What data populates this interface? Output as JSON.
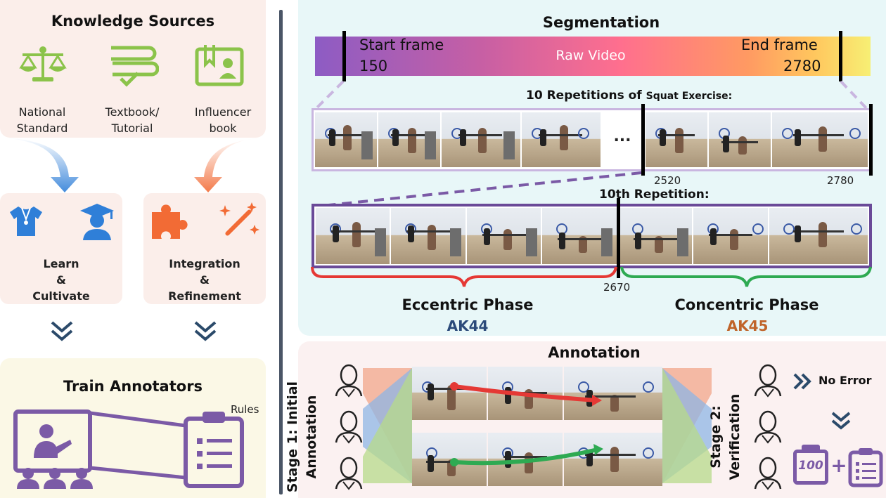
{
  "knowledge": {
    "title": "Knowledge Sources",
    "sources": [
      {
        "icon": "scales-icon",
        "label_1": "National",
        "label_2": "Standard"
      },
      {
        "icon": "textbook-icon",
        "label_1": "Textbook/",
        "label_2": "Tutorial"
      },
      {
        "icon": "influencer-book-icon",
        "label_1": "Influencer",
        "label_2": "book"
      }
    ],
    "learn": {
      "line1": "Learn",
      "line2": "&",
      "line3": "Cultivate"
    },
    "integrate": {
      "line1": "Integration",
      "line2": "&",
      "line3": "Refinement"
    },
    "train_title": "Train Annotators",
    "rules_label": "Rules"
  },
  "segmentation": {
    "title": "Segmentation",
    "start_label": "Start frame",
    "start_value": "150",
    "raw_label": "Raw Video",
    "end_label": "End frame",
    "end_value": "2780",
    "reps_title_1": "10 Repetitions of",
    "reps_title_2": "Squat Exercise:",
    "ellipsis": "...",
    "mark_2520": "2520",
    "mark_2780": "2780",
    "tenth_title": "10th Repetition:",
    "mark_2670": "2670",
    "eccentric_label": "Eccentric Phase",
    "eccentric_code": "AK44",
    "concentric_label": "Concentric Phase",
    "concentric_code": "AK45"
  },
  "annotation": {
    "title": "Annotation",
    "stage1_line1": "Stage 1: Initial",
    "stage1_line2": "Annotation",
    "stage2_line1": "Stage 2:",
    "stage2_line2": "Verification",
    "no_error": "No Error",
    "score": "100",
    "plus": "+"
  },
  "colors": {
    "green": "#8bc34a",
    "blue": "#2f7fd8",
    "orange": "#f26b35",
    "purple": "#7b5aa6",
    "navy": "#2b4a7a",
    "brown": "#c0642a",
    "red_brace": "#e53935",
    "green_brace": "#2eaa52"
  }
}
